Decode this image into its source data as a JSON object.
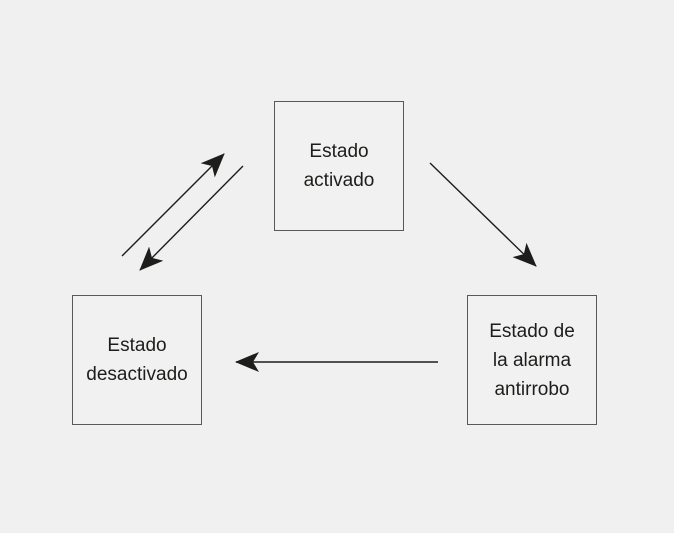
{
  "colors": {
    "background": "#f0f0f0",
    "node_fill": "#f1f1f1",
    "node_border": "#59595b",
    "line": "#1d1d1b",
    "text": "#1d1d1b"
  },
  "diagram": {
    "type": "state-diagram",
    "nodes": [
      {
        "id": "estado-activado",
        "label": "Estado\nactivado"
      },
      {
        "id": "estado-desactivado",
        "label": "Estado\ndesactivado"
      },
      {
        "id": "estado-alarma-antirrobo",
        "label": "Estado de\nla alarma\nantirrobo"
      }
    ],
    "edges": [
      {
        "from": "estado-desactivado",
        "to": "estado-activado"
      },
      {
        "from": "estado-activado",
        "to": "estado-desactivado"
      },
      {
        "from": "estado-activado",
        "to": "estado-alarma-antirrobo"
      },
      {
        "from": "estado-alarma-antirrobo",
        "to": "estado-desactivado"
      }
    ]
  }
}
